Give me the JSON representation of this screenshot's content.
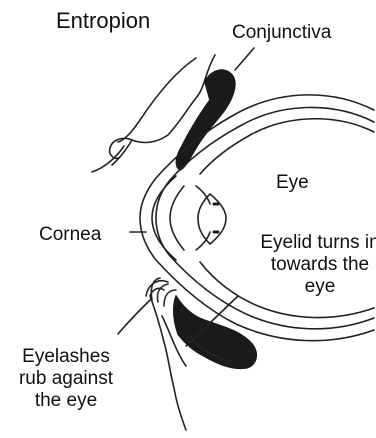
{
  "title": "Entropion",
  "labels": {
    "conjunctiva": "Conjunctiva",
    "eye": "Eye",
    "cornea": "Cornea",
    "eyelid_turns": "Eyelid turns in towards the eye",
    "eyelashes_rub": "Eyelashes rub against the eye"
  },
  "colors": {
    "line": "#222222",
    "fill_dark": "#1a1a1a",
    "background": "#ffffff"
  }
}
